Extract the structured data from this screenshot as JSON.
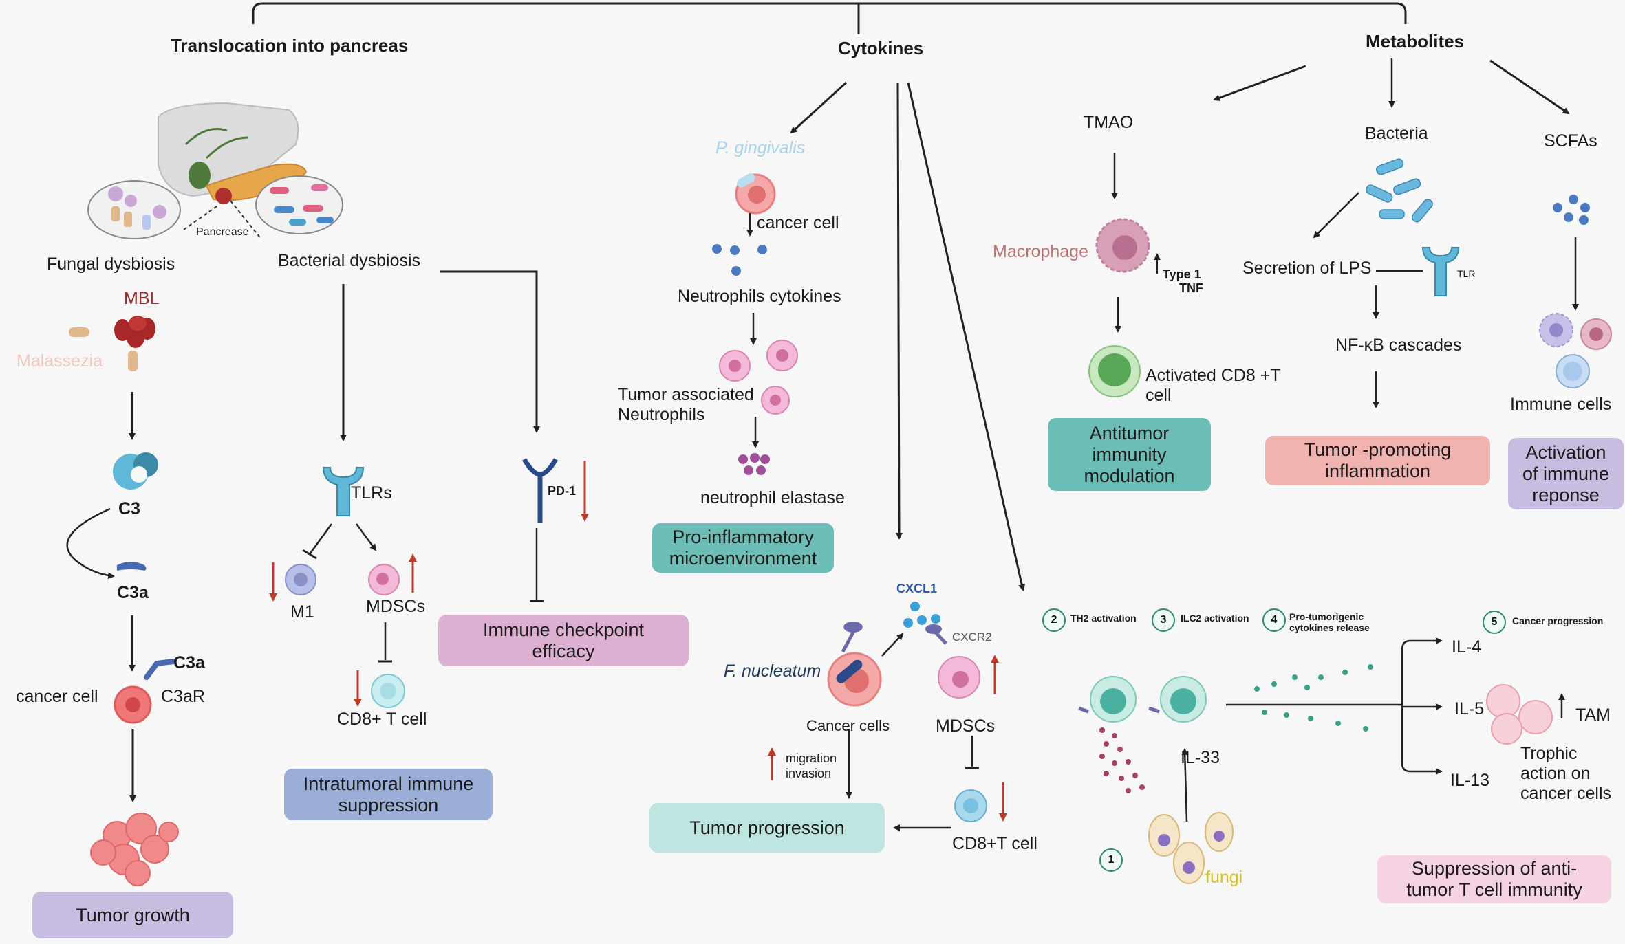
{
  "colors": {
    "purple_box": "#c8bde0",
    "blue_box": "#9aaed8",
    "pink_box": "#dcb0d0",
    "teal_box": "#6bbdb5",
    "light_teal_box": "#bfe5e0",
    "salmon_box": "#f0b3b0",
    "light_pink_box": "#f5d3e4",
    "red_arrow": "#c0392b",
    "macrophage_label": "#c07075",
    "mbl_label": "#a02828",
    "malassezia_label": "#f0c8c0",
    "gingivalis_label": "#a8d4ec",
    "fungi_label": "#d8c020"
  },
  "headers": {
    "translocation": "Translocation into  pancreas",
    "cytokines": "Cytokines",
    "metabolites": "Metabolites"
  },
  "left": {
    "pancrease": "Pancrease",
    "fungal_dysbiosis": "Fungal dysbiosis",
    "bacterial_dysbiosis": "Bacterial dysbiosis",
    "mbl": "MBL",
    "malassezia": "Malassezia",
    "c3": "C3",
    "c3a": "C3a",
    "c3a_receptor_ligand": "C3a",
    "c3ar": "C3aR",
    "cancer_cell": "cancer cell",
    "tumor_growth": "Tumor growth",
    "tlrs": "TLRs",
    "m1": "M1",
    "mdscs": "MDSCs",
    "cd8_t_cell": "CD8+ T cell",
    "intratumoral": "Intratumoral immune\nsuppression",
    "pd1": "PD-1",
    "immune_checkpoint": "Immune checkpoint\nefficacy"
  },
  "cytokines": {
    "p_gingivalis": "P. gingivalis",
    "cancer_cell": "cancer cell",
    "neutrophils_cytokines": "Neutrophils cytokines",
    "tumor_associated": "Tumor associated\nNeutrophils",
    "neutrophil_elastase": "neutrophil elastase",
    "pro_inflammatory": "Pro-inflammatory\nmicroenvironment",
    "cxcl1": "CXCL1",
    "cxcr2": "CXCR2",
    "f_nucleatum": "F. nucleatum",
    "cancer_cells": "Cancer cells",
    "mdscs": "MDSCs",
    "migration_invasion": "migration\ninvasion",
    "tumor_progression": "Tumor progression",
    "cd8_t_cell": "CD8+T cell"
  },
  "fungi_panel": {
    "step2": "TH2 activation",
    "step3": "ILC2 activation",
    "step4": "Pro-tumorigenic\ncytokines release",
    "step5": "Cancer progression",
    "n1": "1",
    "n2": "2",
    "n3": "3",
    "n4": "4",
    "n5": "5",
    "il33": "IL-33",
    "fungi": "fungi",
    "il4": "IL-4",
    "il5": "IL-5",
    "il13": "IL-13",
    "tam": "TAM",
    "trophic": "Trophic\naction on\ncancer cells",
    "suppression": "Suppression of anti-\ntumor T cell immunity"
  },
  "metabolites": {
    "tmao": "TMAO",
    "macrophage": "Macrophage",
    "type1": "Type  1",
    "tnf": "TNF",
    "activated_cd8": "Activated CD8 +T\ncell",
    "antitumor": "Antitumor\nimmunity\nmodulation",
    "bacteria": "Bacteria",
    "secretion_lps": "Secretion of LPS",
    "tlr": "TLR",
    "nfkb": "NF-κB cascades",
    "tumor_promoting": "Tumor -promoting\ninflammation",
    "scfas": "SCFAs",
    "immune_cells": "Immune cells",
    "activation": "Activation\nof immune\nreponse"
  }
}
